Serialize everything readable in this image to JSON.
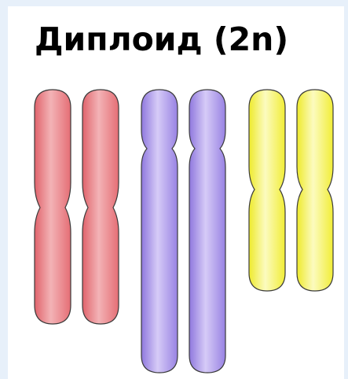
{
  "diagram": {
    "title": "Диплоид (2n)",
    "chromosome_pairs": [
      {
        "color": "#e8767c",
        "light": "#f6c0c2",
        "count": 2
      },
      {
        "color": "#9c86e4",
        "light": "#d8cdf8",
        "count": 2
      },
      {
        "color": "#f2ee3c",
        "light": "#fbf9b0",
        "count": 2
      }
    ],
    "outline_color": "#3a3a3a",
    "background": "#ffffff",
    "page_background": "#e7f0fa"
  }
}
